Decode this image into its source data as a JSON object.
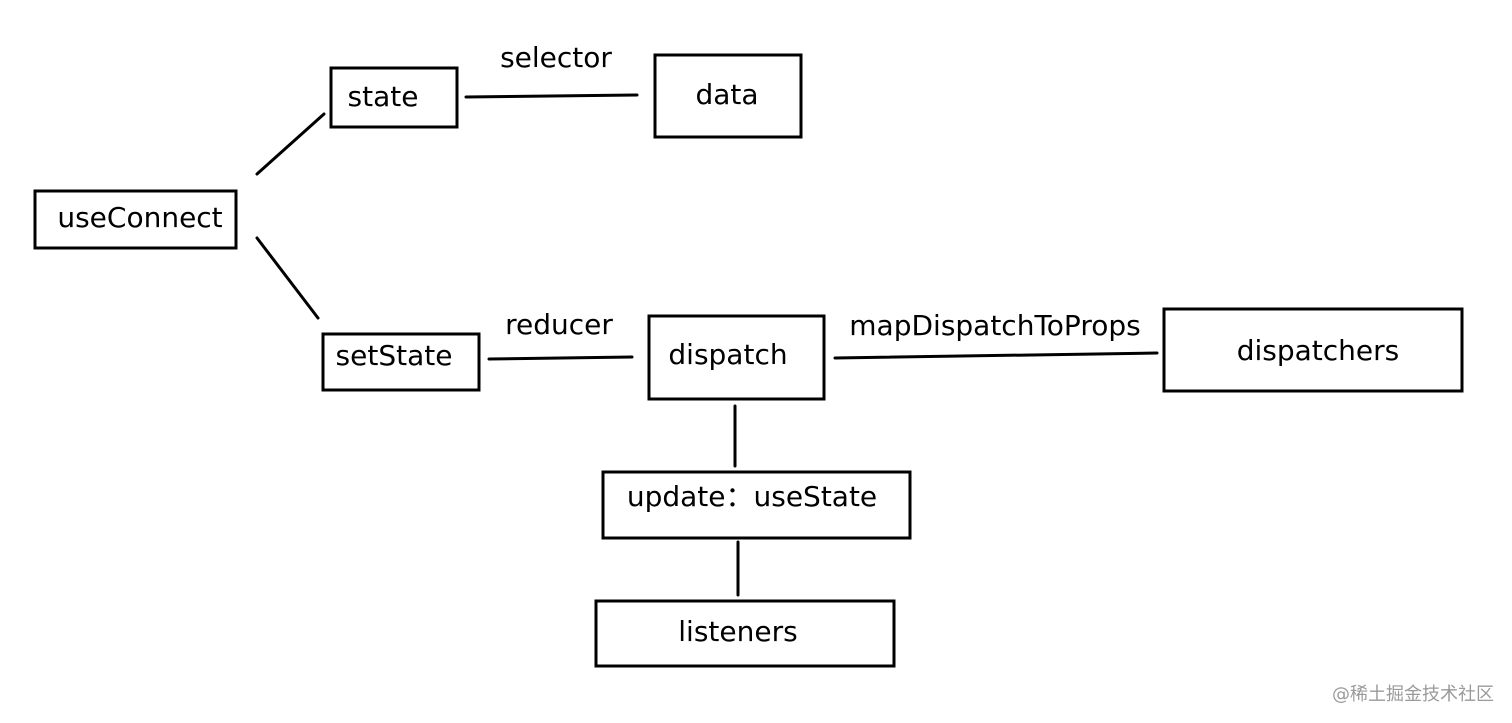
{
  "nodes": {
    "useConnect": "useConnect",
    "state": "state",
    "data": "data",
    "setState": "setState",
    "dispatch": "dispatch",
    "dispatchers": "dispatchers",
    "update": "update：useState",
    "listeners": "listeners"
  },
  "edges": {
    "selector": "selector",
    "reducer": "reducer",
    "mapDispatchToProps": "mapDispatchToProps"
  },
  "watermark": "@稀土掘金技术社区",
  "colors": {
    "stroke": "#000000",
    "background": "#ffffff",
    "watermark": "#9a9a9a"
  }
}
